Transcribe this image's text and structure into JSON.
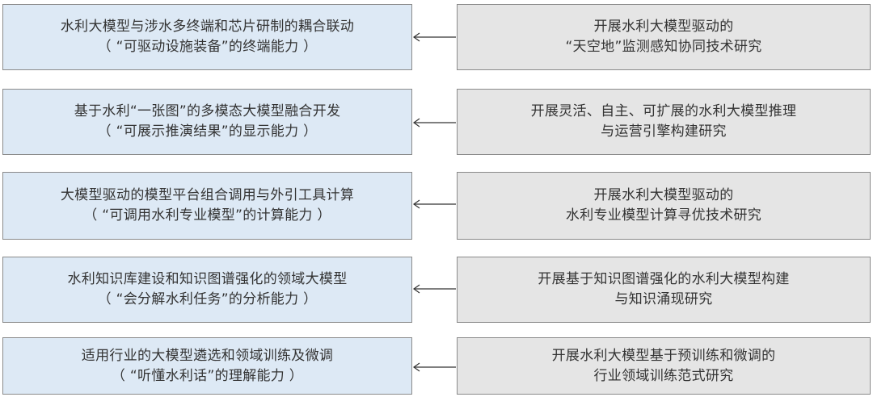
{
  "rows": [
    {
      "left": [
        "水利大模型与涉水多终端和芯片研制的耦合联动",
        "（ “可驱动设施装备”的终端能力 ）"
      ],
      "right": [
        "开展水利大模型驱动的",
        "“天空地”监测感知协同技术研究"
      ]
    },
    {
      "left": [
        "基于水利“一张图”的多模态大模型融合开发",
        "（ “可展示推演结果”的显示能力 ）"
      ],
      "right": [
        "开展灵活、自主、可扩展的水利大模型推理",
        "与运营引擎构建研究"
      ]
    },
    {
      "left": [
        "大模型驱动的模型平台组合调用与外引工具计算",
        "（ “可调用水利专业模型”的计算能力 ）"
      ],
      "right": [
        "开展水利大模型驱动的",
        "水利专业模型计算寻优技术研究"
      ]
    },
    {
      "left": [
        "水利知识库建设和知识图谱强化的领域大模型",
        "（ “会分解水利任务”的分析能力 ）"
      ],
      "right": [
        "开展基于知识图谱强化的水利大模型构建",
        "与知识涌现研究"
      ]
    },
    {
      "left": [
        "适用行业的大模型遴选和领域训练及微调",
        "（ “听懂水利话”的理解能力 ）"
      ],
      "right": [
        "开展水利大模型基于预训练和微调的",
        "行业领域训练范式研究"
      ]
    }
  ],
  "colors": {
    "left_fill": "#dde9f5",
    "right_fill": "#e5e5e5",
    "border": "#8a8a8a",
    "arrow": "#333333"
  }
}
